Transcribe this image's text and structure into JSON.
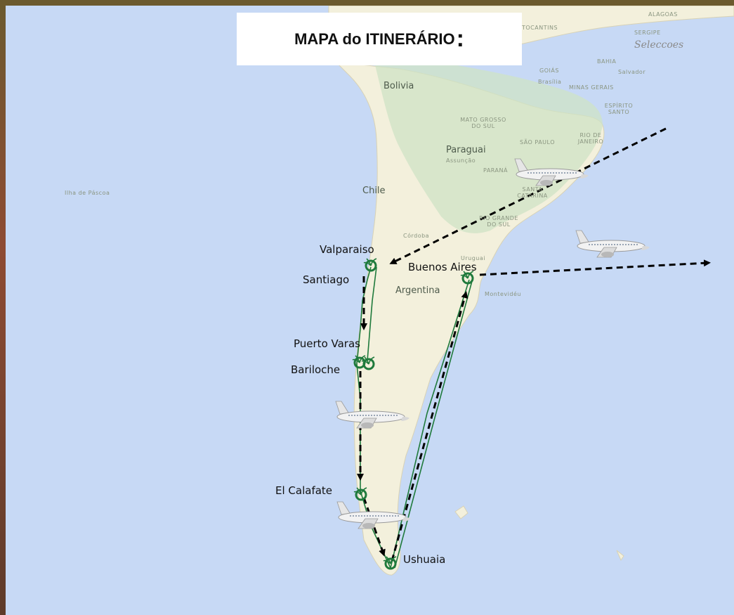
{
  "title": {
    "text": "MAPA do ITINERÁRIO",
    "colon": ":"
  },
  "watermark": "Seleccoes",
  "cities": {
    "valparaiso": "Valparaiso",
    "santiago": "Santiago",
    "buenos_aires": "Buenos Aires",
    "puerto_varas": "Puerto Varas",
    "bariloche": "Bariloche",
    "el_calafate": "El Calafate",
    "ushuaia": "Ushuaia"
  },
  "regions": {
    "bolivia": "Bolivia",
    "chile": "Chile",
    "paraguai": "Paraguai",
    "argentina": "Argentina",
    "uruguai": "Uruguai",
    "cordoba": "Córdoba",
    "assuncao": "Assunção",
    "brasilia": "Brasília",
    "goias": "GOIÁS",
    "minas_gerais": "MINAS GERAIS",
    "mato_grosso": "MATO GROSSO DO SUL",
    "sao_paulo": "SÃO PAULO",
    "rio": "RIO DE JANEIRO",
    "espirito": "ESPÍRITO SANTO",
    "parana": "PARANÁ",
    "santa_catarina": "SANTA CATARINA",
    "rio_grande": "RIO GRANDE DO SUL",
    "tocantins": "TOCANTINS",
    "bahia": "BAHIA",
    "sergipe": "SERGIPE",
    "alagoas": "ALAGOAS",
    "salvador": "Salvador",
    "montevideu": "Montevidéu",
    "pascoa": "Ilha de Páscoa"
  },
  "colors": {
    "ocean": "#c7d9f5",
    "land": "#f3f0dc",
    "green_land": "#cfe3c6",
    "route_green": "#1f7a3c",
    "route_dashed": "#000000",
    "title_bg": "#ffffff"
  },
  "icons": {
    "marker": "palm-tree-marker-icon",
    "plane": "airplane-icon",
    "arrow": "arrow-head-icon"
  }
}
